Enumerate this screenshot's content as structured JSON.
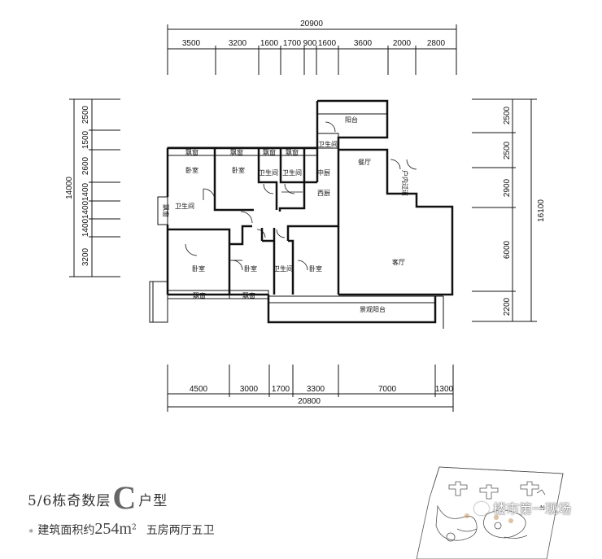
{
  "dimensions": {
    "top_total": "20900",
    "top_segments": [
      "3500",
      "3200",
      "1600",
      "1700",
      "900",
      "1600",
      "3600",
      "2000",
      "2800"
    ],
    "bottom_total": "20800",
    "bottom_segments": [
      "4500",
      "3000",
      "1700",
      "3300",
      "7000",
      "1300"
    ],
    "left_total": "14000",
    "left_segments": [
      "2500",
      "1500",
      "2600",
      "1400",
      "1400",
      "1400",
      "3200"
    ],
    "right_total": "16100",
    "right_segments": [
      "2500",
      "2500",
      "2900",
      "6000",
      "2200"
    ]
  },
  "rooms": {
    "balcony": "阳台",
    "dining": "餐厅",
    "living": "客厅",
    "landscape_balcony": "景观阳台",
    "entry_corridor": "户内过道",
    "kitchen": "中厨",
    "western_kitchen": "西厨",
    "bedroom": "卧室",
    "bathroom": "卫生间",
    "bay_window": "飘窗"
  },
  "title": {
    "prefix": "5/6栋奇数层",
    "type_letter": "C",
    "suffix": "户型",
    "area_label": "建筑面积约",
    "area_value": "254m",
    "area_unit_sup": "2",
    "layout": "五房两厅五卫"
  },
  "brand": {
    "text": "楼市第一现场"
  }
}
